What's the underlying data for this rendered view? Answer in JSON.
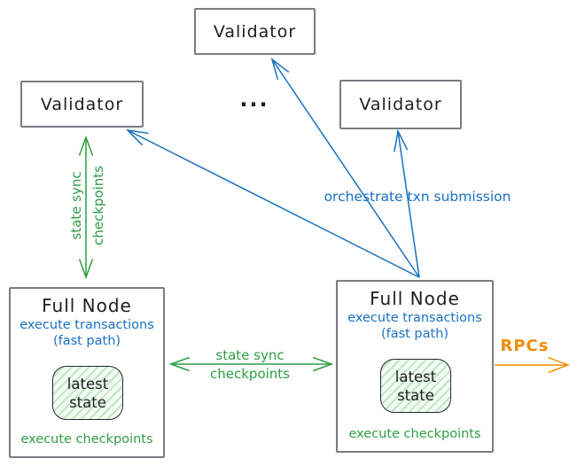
{
  "title": "Validators and Full Nodes topology diagram",
  "colors": {
    "blue": "#1971c2",
    "green": "#2f9e44",
    "orange": "#f08c00",
    "ink": "#1e1e1e",
    "box_border": "#787d82"
  },
  "validators": {
    "top": {
      "label": "Validator"
    },
    "left": {
      "label": "Validator"
    },
    "right": {
      "label": "Validator"
    },
    "ellipsis": "..."
  },
  "full_node_left": {
    "title": "Full Node",
    "exec_transactions": "execute transactions\n(fast path)",
    "latest_state": "latest\nstate",
    "exec_checkpoints": "execute checkpoints"
  },
  "full_node_right": {
    "title": "Full Node",
    "exec_transactions": "execute transactions\n(fast path)",
    "latest_state": "latest\nstate",
    "exec_checkpoints": "execute checkpoints"
  },
  "edges": {
    "orchestrate": {
      "label": "orchestrate txn submission",
      "color": "#1971c2"
    },
    "state_sync_validator_fullnode": {
      "label_line1": "state sync",
      "label_line2": "checkpoints",
      "color": "#2f9e44"
    },
    "state_sync_fullnodes": {
      "label_line1": "state sync",
      "label_line2": "checkpoints",
      "color": "#2f9e44"
    },
    "rpcs": {
      "label": "RPCs",
      "color": "#f08c00"
    }
  }
}
